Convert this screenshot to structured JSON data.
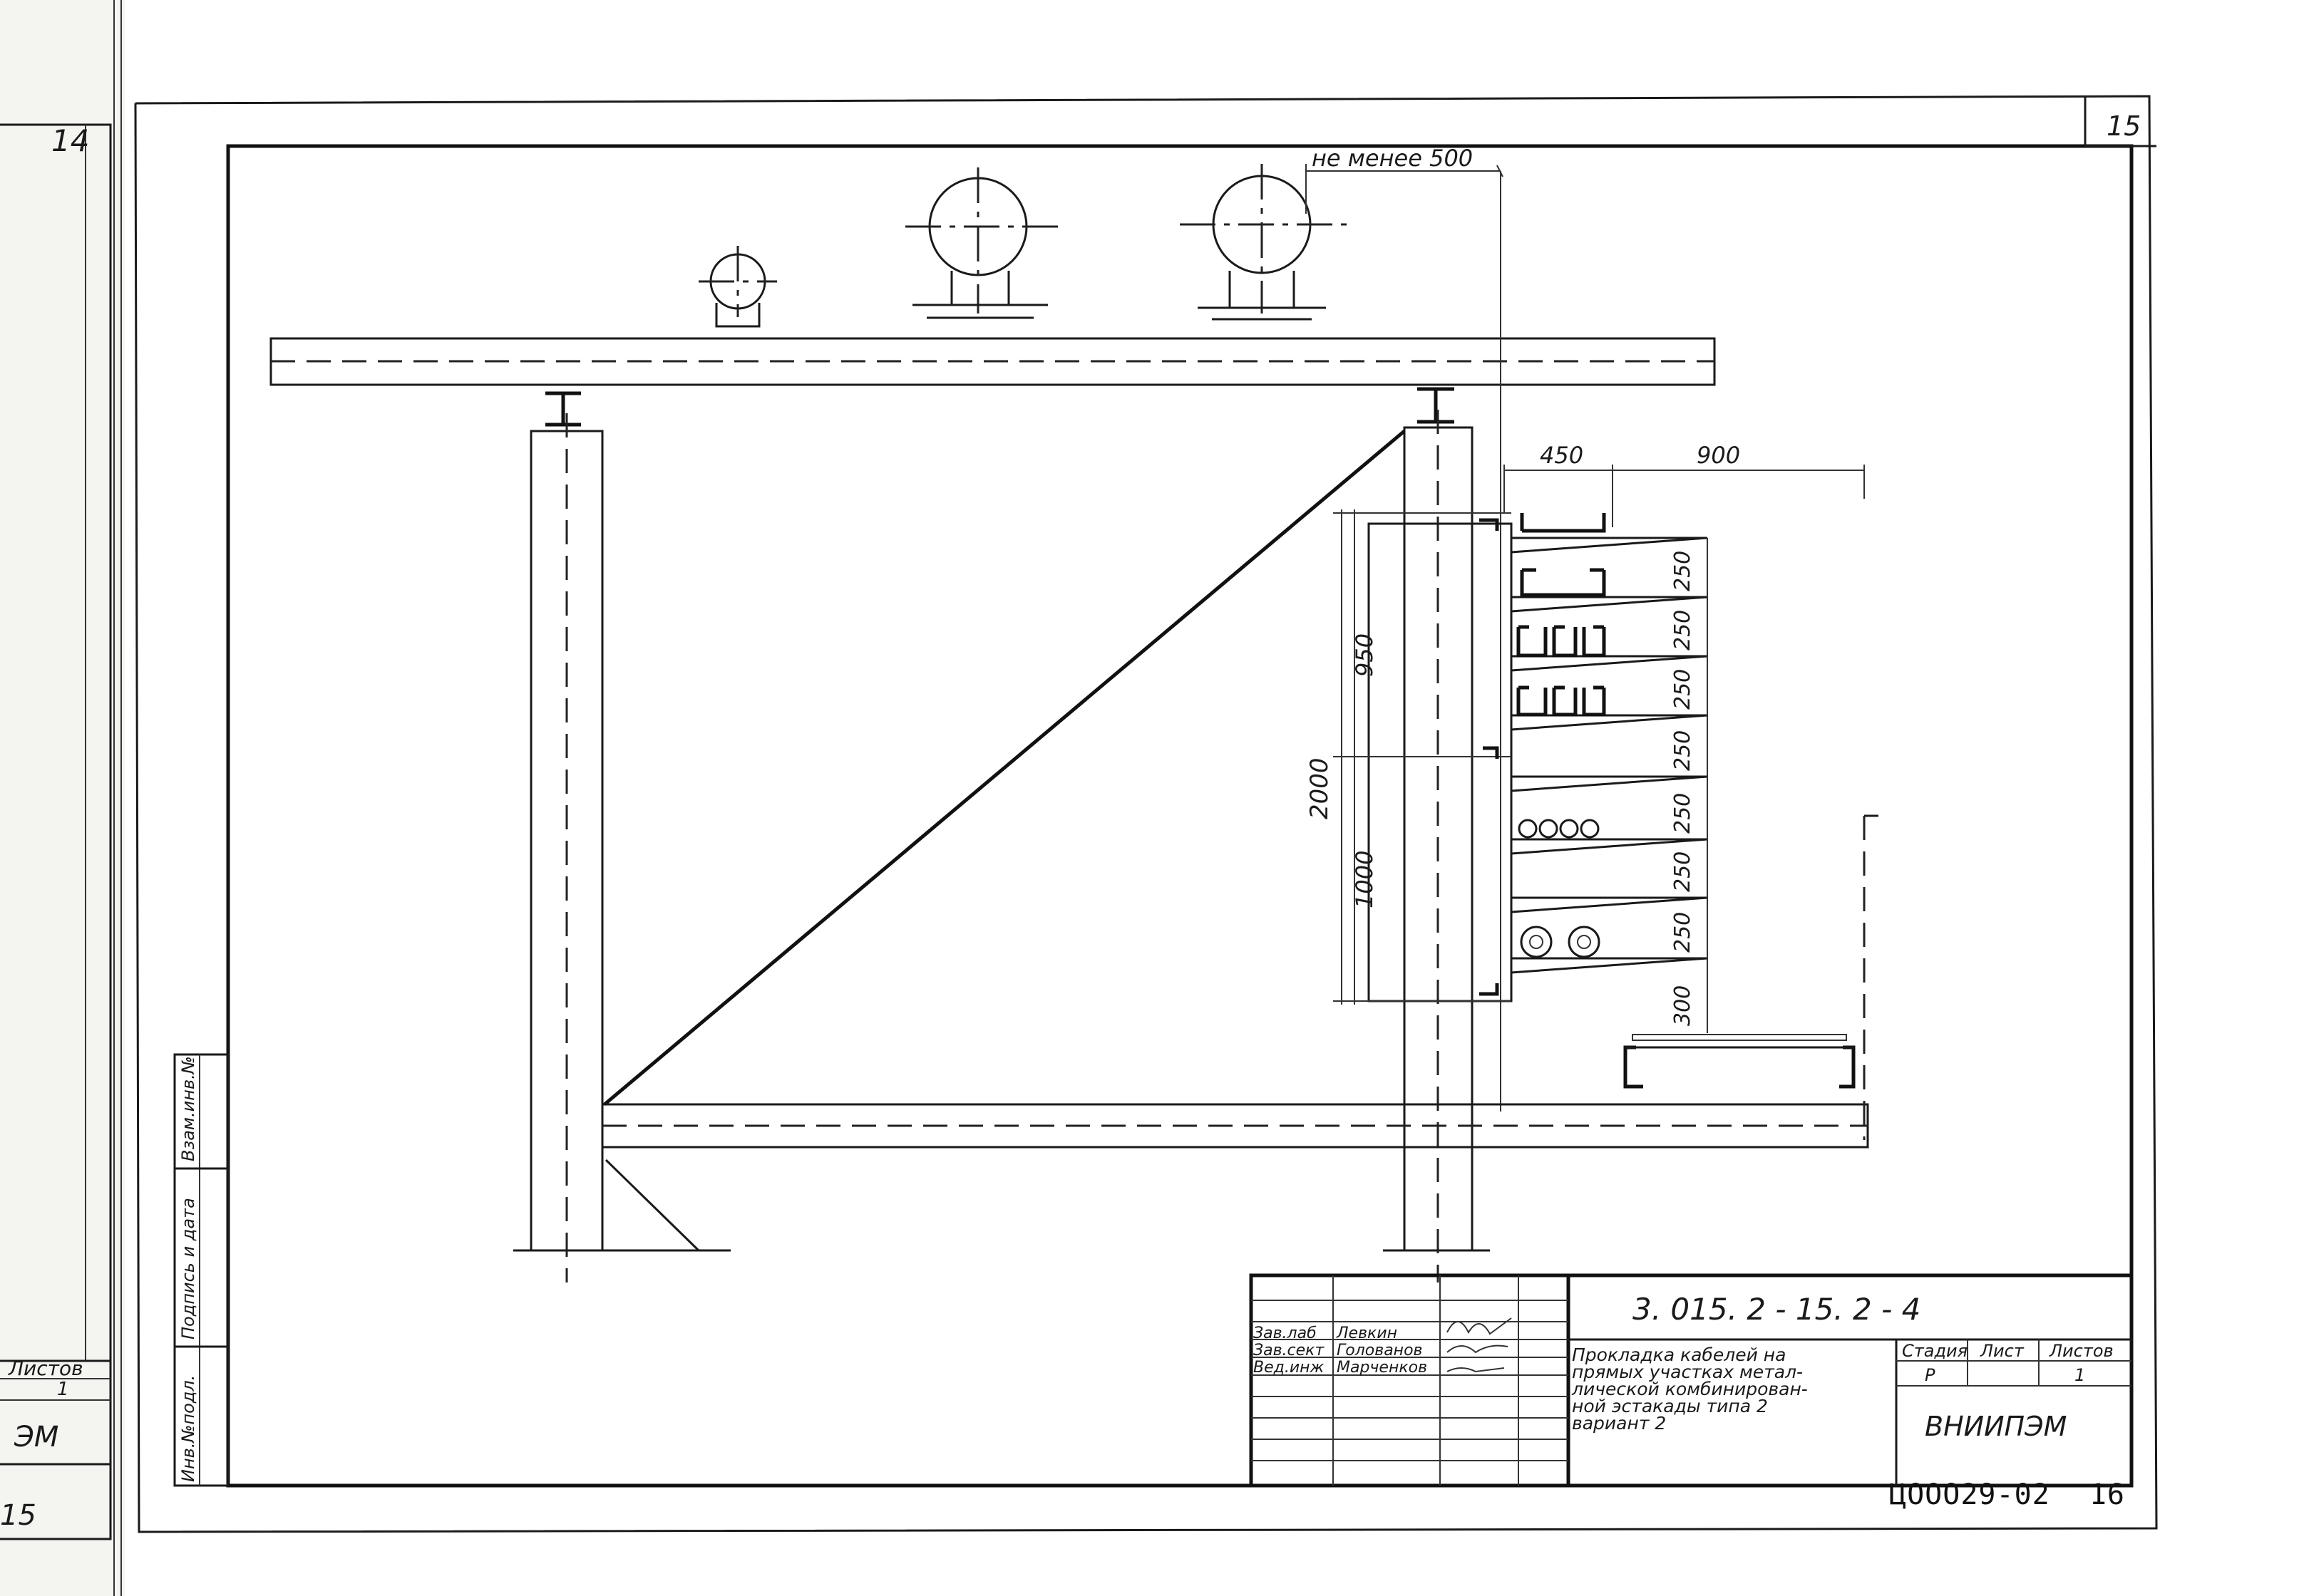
{
  "sheet": {
    "number": "15",
    "prev_sheet_number": "14",
    "prev_sheet_fragments": {
      "listov": "Листов",
      "listov_value": "1",
      "org": "ЭМ",
      "bottom": "15"
    },
    "archive_code": "ЦООО29-02",
    "archive_page": "16"
  },
  "drawing": {
    "clearance_label": "не менее 500",
    "dims_top": [
      "450",
      "900"
    ],
    "dims_vertical_left": [
      "950",
      "2000",
      "1000"
    ],
    "dims_shelves": [
      "250",
      "250",
      "250",
      "250",
      "250",
      "250",
      "250",
      "300"
    ]
  },
  "side_stamp": {
    "cells": [
      "Инв.№подл.",
      "Подпись и дата",
      "Взам.инв.№"
    ]
  },
  "title_block": {
    "code": "3. 015. 2 - 15. 2 - 4",
    "roles": [
      "Зав.лаб",
      "Зав.сект",
      "Вед.инж"
    ],
    "names": [
      "Левкин",
      "Голованов",
      "Марченков"
    ],
    "title": [
      "Прокладка кабелей на",
      "прямых участках метал-",
      "лической комбинирован-",
      "ной эстакады типа 2",
      "вариант 2"
    ],
    "stage_header": "Стадия",
    "sheet_header": "Лист",
    "sheets_header": "Листов",
    "stage_value": "Р",
    "sheet_value": "",
    "sheets_value": "1",
    "organization": "ВНИИПЭМ"
  }
}
